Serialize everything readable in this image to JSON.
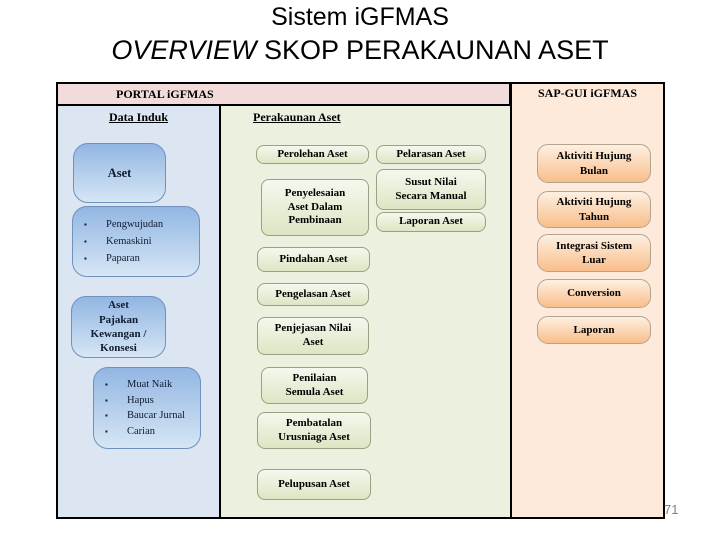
{
  "slide": {
    "title_line1": "Sistem iGFMAS",
    "title_line2_italic": "OVERVIEW",
    "title_line2_rest": " SKOP PERAKAUNAN ASET",
    "page_number": "71"
  },
  "portal": {
    "header": "PORTAL iGFMAS",
    "data_induk": {
      "header": "Data Induk",
      "aset_label": "Aset",
      "aset_actions": [
        "Pengwujudan",
        "Kemaskini",
        "Paparan"
      ],
      "pajakan_label": "Aset\nPajakan\nKewangan /\nKonsesi",
      "pajakan_actions": [
        "Muat Naik",
        "Hapus",
        "Baucar Jurnal",
        "Carian"
      ]
    },
    "perakaunan": {
      "header": "Perakaunan Aset",
      "boxes": {
        "perolehan": "Perolehan Aset",
        "pelarasan": "Pelarasan Aset",
        "penyelesaian": "Penyelesaian Aset Dalam Pembinaan",
        "susut_nilai": "Susut Nilai Secara Manual",
        "laporan_aset": "Laporan Aset",
        "pindahan": "Pindahan Aset",
        "pengelasan": "Pengelasan Aset",
        "penjejasan": "Penjejasan Nilai Aset",
        "penilaian": "Penilaian Semula Aset",
        "pembatalan": "Pembatalan Urusniaga Aset",
        "pelupusan": "Pelupusan Aset"
      }
    }
  },
  "sap_gui": {
    "header": "SAP-GUI iGFMAS",
    "boxes": {
      "hujung_bulan": "Aktiviti Hujung Bulan",
      "hujung_tahun": "Aktiviti Hujung Tahun",
      "integrasi": "Integrasi Sistem Luar",
      "conversion": "Conversion",
      "laporan": "Laporan"
    }
  },
  "colors": {
    "portal_header_bg": "#f2dcdb",
    "data_induk_panel_bg": "#dce6f2",
    "perakaunan_panel_bg": "#ebf1de",
    "sap_gui_panel_bg": "#fdeada",
    "blue_box_gradient": [
      "#92b6e2",
      "#d6e6f5"
    ],
    "green_box_gradient": [
      "#f5f8ee",
      "#dce6c3"
    ],
    "orange_box_gradient": [
      "#fdf0e1",
      "#f9be8b"
    ],
    "border": "#000000"
  }
}
